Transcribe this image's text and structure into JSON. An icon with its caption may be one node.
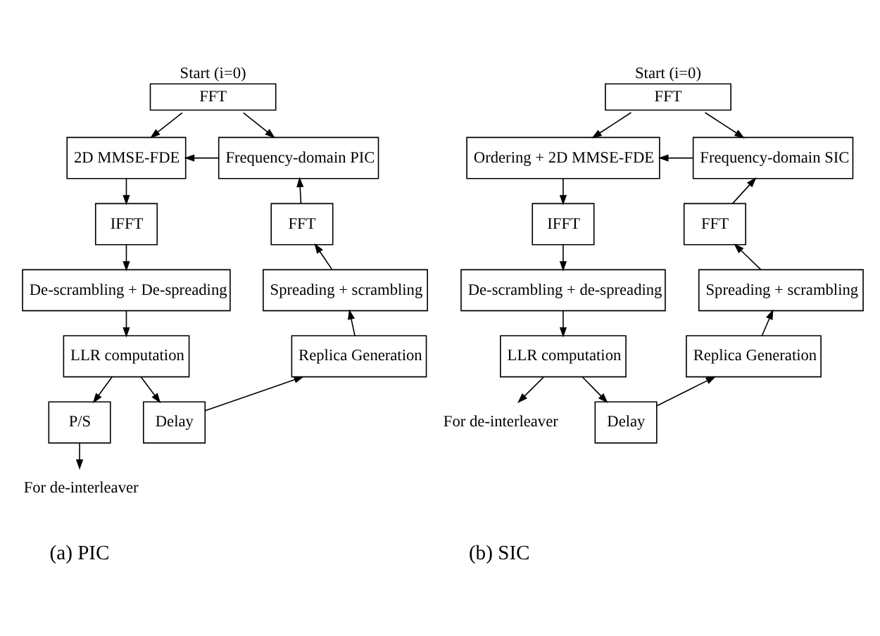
{
  "diagram": {
    "nodes": [
      {
        "text": [
          "FFT"
        ],
        "beside": [
          "Start (i=0)"
        ]
      },
      {
        "text": [
          "2D MMSE-FDE"
        ]
      },
      {
        "text": [
          "Frequency-domain PIC"
        ]
      },
      {
        "text": [
          "IFFT"
        ]
      },
      {
        "text": [
          "De-scrambling + De-spreading"
        ]
      },
      {
        "text": [
          "LLR computation"
        ]
      },
      {
        "text": [
          "Delay"
        ]
      },
      {
        "text": [
          "Replica Generation"
        ]
      },
      {
        "text": [
          "Spreading + scrambling"
        ]
      },
      {
        "text": [
          "FFT"
        ]
      },
      {
        "text": [
          "P/S"
        ]
      },
      {
        "text": [
          "For de-interleaver"
        ]
      },
      {
        "text": [
          "FFT"
        ],
        "beside": [
          "Start (i=0)"
        ]
      },
      {
        "text": [
          "Ordering + 2D MMSE-FDE"
        ]
      },
      {
        "text": [
          "Frequency-domain SIC"
        ]
      },
      {
        "text": [
          "IFFT"
        ]
      },
      {
        "text": [
          "De-scrambling + de-spreading"
        ]
      },
      {
        "text": [
          "LLR computation"
        ]
      },
      {
        "text": [
          "Delay"
        ]
      },
      {
        "text": [
          "Replica Generation"
        ]
      },
      {
        "text": [
          "Spreading + scrambling"
        ]
      },
      {
        "text": [
          "FFT"
        ]
      },
      {
        "text": [
          "For de-interleaver"
        ]
      }
    ],
    "edges": [
      {
        "from": 0,
        "to": 1,
        "arrow": "to"
      },
      {
        "from": 0,
        "to": 2,
        "arrow": "to"
      },
      {
        "from": 2,
        "to": 1,
        "arrow": "to"
      },
      {
        "from": 1,
        "to": 3,
        "arrow": "to"
      },
      {
        "from": 3,
        "to": 4,
        "arrow": "to"
      },
      {
        "from": 4,
        "to": 5,
        "arrow": "to"
      },
      {
        "from": 5,
        "to": 6,
        "arrow": "to"
      },
      {
        "from": 5,
        "to": 10,
        "arrow": "to"
      },
      {
        "from": 6,
        "to": 7,
        "arrow": "to"
      },
      {
        "from": 7,
        "to": 8,
        "arrow": "to"
      },
      {
        "from": 8,
        "to": 9,
        "arrow": "to"
      },
      {
        "from": 9,
        "to": 2,
        "arrow": "to"
      },
      {
        "from": 10,
        "to": 11,
        "arrow": "to"
      },
      {
        "from": 12,
        "to": 13,
        "arrow": "to"
      },
      {
        "from": 12,
        "to": 14,
        "arrow": "to"
      },
      {
        "from": 14,
        "to": 13,
        "arrow": "to"
      },
      {
        "from": 13,
        "to": 15,
        "arrow": "to"
      },
      {
        "from": 15,
        "to": 16,
        "arrow": "to"
      },
      {
        "from": 16,
        "to": 17,
        "arrow": "to"
      },
      {
        "from": 17,
        "to": 18,
        "arrow": "to"
      },
      {
        "from": 17,
        "to": 22,
        "arrow": "to"
      },
      {
        "from": 18,
        "to": 19,
        "arrow": "to"
      },
      {
        "from": 19,
        "to": 20,
        "arrow": "to"
      },
      {
        "from": 20,
        "to": 21,
        "arrow": "to"
      },
      {
        "from": 21,
        "to": 14,
        "arrow": "to"
      }
    ],
    "labels": [
      "(a) PIC",
      "(b) SIC"
    ]
  }
}
